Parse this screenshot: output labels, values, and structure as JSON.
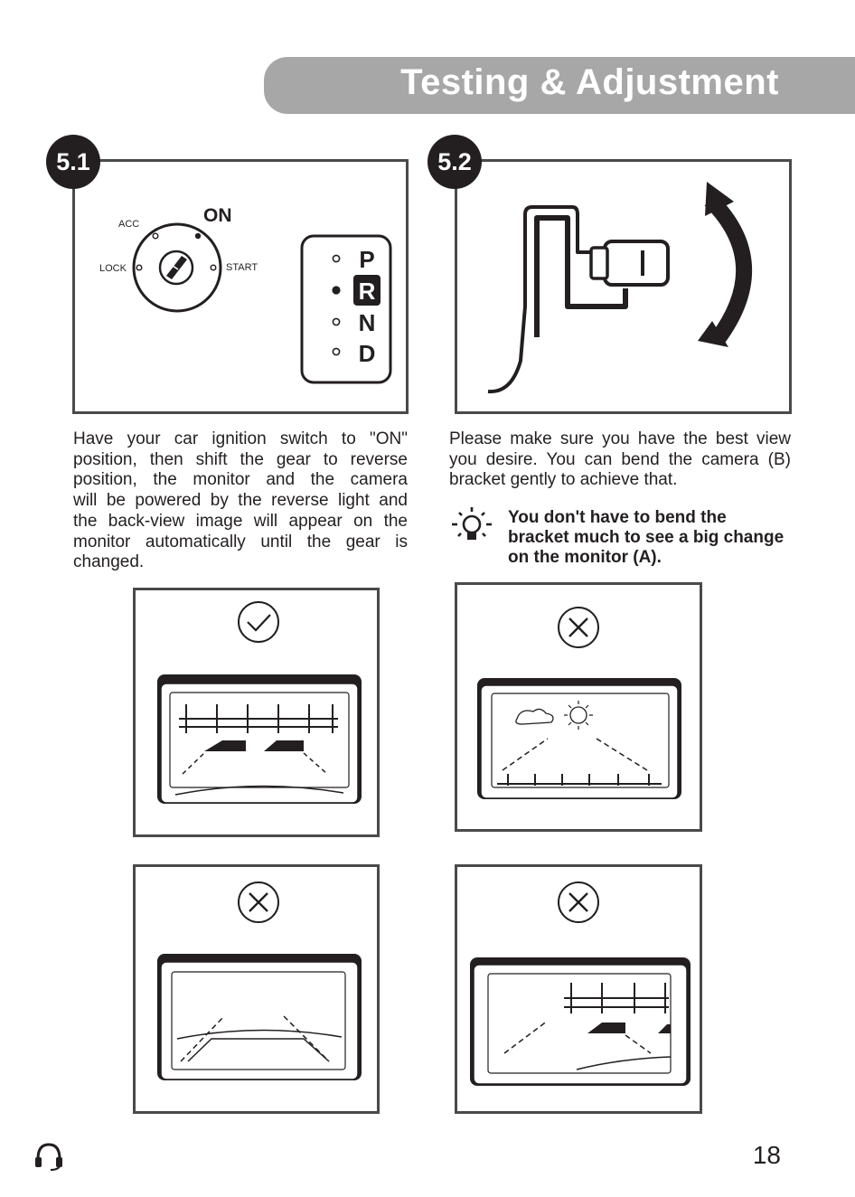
{
  "header": {
    "title": "Testing & Adjustment"
  },
  "section1": {
    "badge": "5.1",
    "ignition": {
      "acc": "ACC",
      "on": "ON",
      "lock": "LOCK",
      "start": "START"
    },
    "gears": [
      "P",
      "R",
      "N",
      "D"
    ],
    "text_lines": [
      "Have your car ignition switch to \"ON\"",
      "position, then shift the gear to reverse",
      "position, the monitor and the camera",
      "will be powered by the reverse light and",
      "the back-view image will appear on the",
      "monitor automatically until the gear is",
      "changed."
    ]
  },
  "section2": {
    "badge": "5.2",
    "text_lines": [
      "Please make sure you have the best view",
      "you desire. You can bend the camera (B)",
      "bracket  gently to achieve that."
    ],
    "tip_icon": "lightbulb-icon",
    "tip_lines": [
      "You don't have to bend the",
      "bracket much to see a big change",
      "on the monitor (A)."
    ]
  },
  "examples": [
    {
      "status": "correct",
      "icon": "checkmark-icon"
    },
    {
      "status": "wrong",
      "icon": "cross-icon"
    },
    {
      "status": "wrong",
      "icon": "cross-icon"
    },
    {
      "status": "wrong",
      "icon": "cross-icon"
    }
  ],
  "footer": {
    "icon": "headset-icon",
    "page_number": "18"
  }
}
